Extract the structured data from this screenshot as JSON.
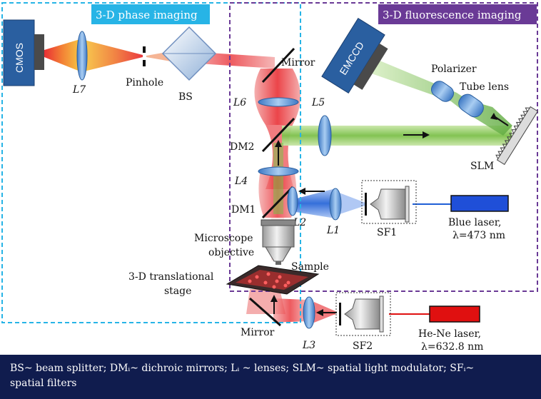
{
  "boxes": {
    "phase_title": "3-D phase imaging",
    "fluorescence_title": "3-D fluorescence imaging",
    "phase_color": "#27b4e6",
    "fluorescence_color": "#6a3a96"
  },
  "components": {
    "cmos": "CMOS",
    "emccd": "EMCCD",
    "l7": "L7",
    "pinhole": "Pinhole",
    "bs": "BS",
    "mirror_top": "Mirror",
    "l6": "L6",
    "l5": "L5",
    "dm2": "DM2",
    "l4": "L4",
    "dm1": "DM1",
    "l2": "L2",
    "l1": "L1",
    "sf1": "SF1",
    "polarizer": "Polarizer",
    "tube_lens": "Tube lens",
    "slm": "SLM",
    "blue_laser_line1": "Blue laser,",
    "blue_laser_line2": "λ=473 nm",
    "objective_line1": "Microscope",
    "objective_line2": "objective",
    "sample": "Sample",
    "stage_line1": "3-D translational",
    "stage_line2": "stage",
    "mirror_bottom": "Mirror",
    "l3": "L3",
    "sf2": "SF2",
    "hene_line1": "He-Ne laser,",
    "hene_line2": "λ=632.8 nm"
  },
  "caption": {
    "line1": "BS~ beam splitter; DMᵢ~ dichroic mirrors; Lᵢ ~ lenses; SLM~ spatial light modulator; SFᵢ~",
    "line2": "spatial filters"
  },
  "colors": {
    "red_beam": "#e8242a",
    "green_beam": "#7cc04a",
    "blue_beam": "#1f5fd6",
    "blue_laser": "#1f4fd8",
    "red_laser": "#e01010",
    "camera": "#2a5fa0",
    "caption_bg": "#101c4e"
  }
}
